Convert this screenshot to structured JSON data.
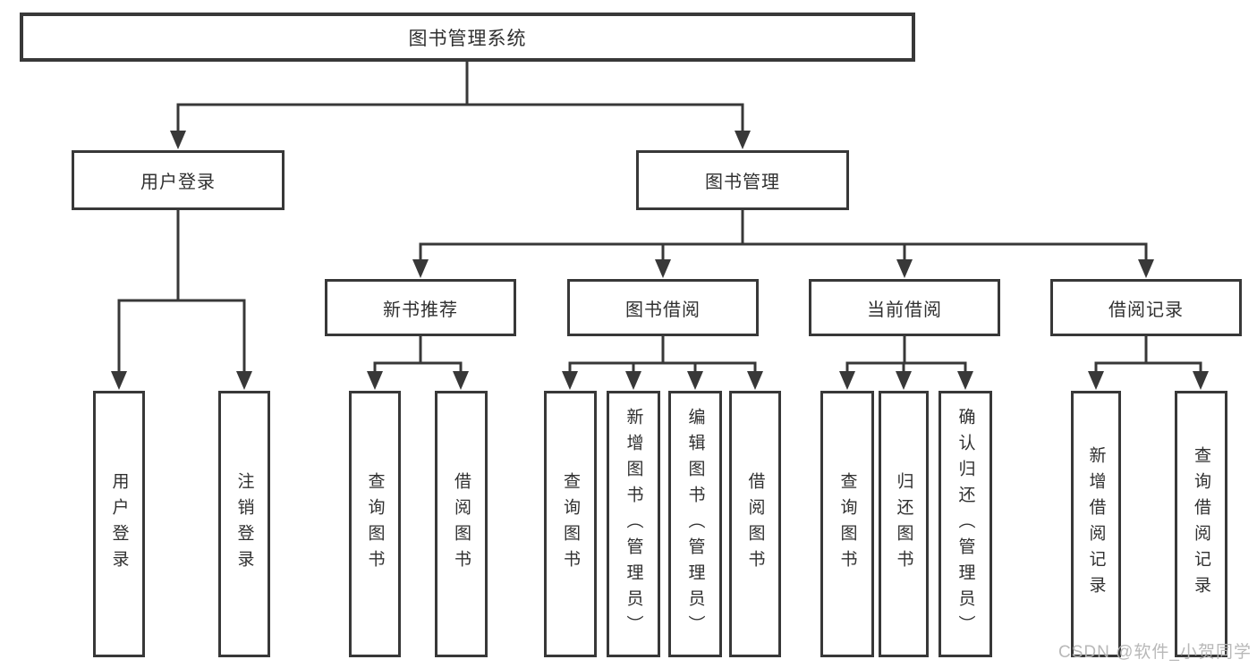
{
  "colors": {
    "line": "#383838",
    "border": "#383838",
    "text": "#303030",
    "background": "#ffffff",
    "watermark_text_color": "#b5b5b5"
  },
  "watermark": {
    "text": "CSDN @软件_小贺同学"
  },
  "diagram": {
    "root": {
      "label": "图书管理系统"
    },
    "level2": [
      {
        "label": "用户登录"
      },
      {
        "label": "图书管理"
      }
    ],
    "level3": [
      {
        "label": "新书推荐"
      },
      {
        "label": "图书借阅"
      },
      {
        "label": "当前借阅"
      },
      {
        "label": "借阅记录"
      }
    ],
    "leaves": {
      "user": [
        {
          "label": "用户登录"
        },
        {
          "label": "注销登录"
        }
      ],
      "recommend": [
        {
          "label": "查询图书"
        },
        {
          "label": "借阅图书"
        }
      ],
      "borrow": [
        {
          "label": "查询图书"
        },
        {
          "label": "新增图书（管理员）"
        },
        {
          "label": "编辑图书（管理员）"
        },
        {
          "label": "借阅图书"
        }
      ],
      "current": [
        {
          "label": "查询图书"
        },
        {
          "label": "归还图书"
        },
        {
          "label": "确认归还（管理员）"
        }
      ],
      "records": [
        {
          "label": "新增借阅记录"
        },
        {
          "label": "查询借阅记录"
        }
      ]
    }
  }
}
